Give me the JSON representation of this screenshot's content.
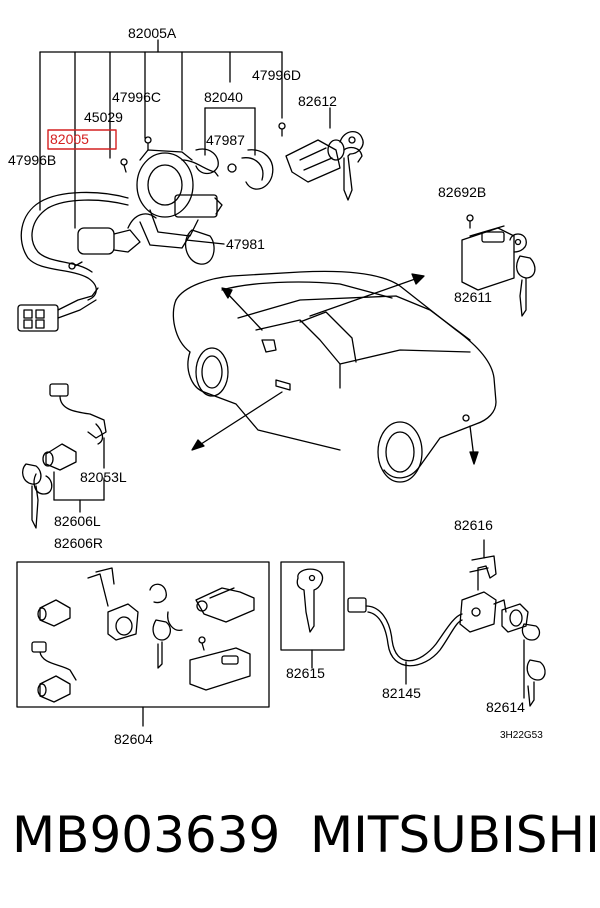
{
  "diagram": {
    "labels": {
      "l_82005A": "82005A",
      "l_47996D": "47996D",
      "l_47996C": "47996C",
      "l_82040": "82040",
      "l_82612": "82612",
      "l_45029": "45029",
      "l_82005": "82005",
      "l_47987": "47987",
      "l_47996B": "47996B",
      "l_82692B": "82692B",
      "l_47981": "47981",
      "l_82611": "82611",
      "l_82053L": "82053L",
      "l_82606L": "82606L",
      "l_82606R": "82606R",
      "l_82616": "82616",
      "l_82615": "82615",
      "l_82145": "82145",
      "l_82614": "82614",
      "l_82604": "82604",
      "l_code": "3H22G53"
    },
    "highlight_color": "#d42020"
  },
  "footer": {
    "part_number": "MB903639",
    "brand": "MITSUBISHI"
  }
}
